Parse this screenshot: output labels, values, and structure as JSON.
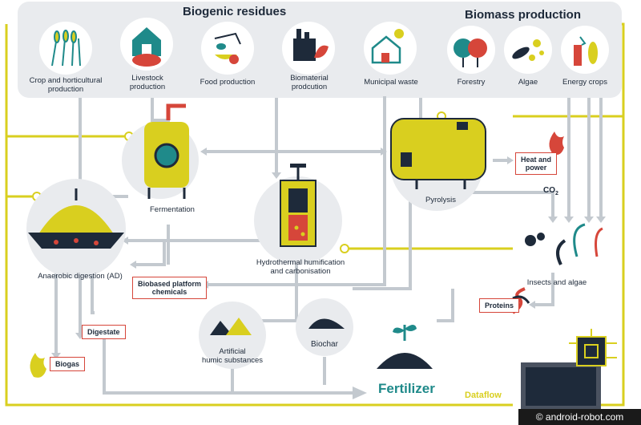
{
  "headers": {
    "biogenic": "Biogenic residues",
    "biomass": "Biomass production"
  },
  "sources": [
    {
      "label": "Crop and horticultural production",
      "icon": "wheat-icon"
    },
    {
      "label": "Livestock production",
      "icon": "barn-pig-icon"
    },
    {
      "label": "Food production",
      "icon": "food-waste-icon"
    },
    {
      "label": "Biomaterial prodcution",
      "icon": "factory-leaf-icon"
    },
    {
      "label": "Municipal waste",
      "icon": "house-sun-icon"
    },
    {
      "label": "Forestry",
      "icon": "trees-icon"
    },
    {
      "label": "Algae",
      "icon": "algae-icon"
    },
    {
      "label": "Energy crops",
      "icon": "energy-crops-icon"
    }
  ],
  "processes": {
    "fermentation": "Fermentation",
    "anaerobic": "Anaerobic digestion (AD)",
    "pyrolysis": "Pyrolysis",
    "hydrothermal_line1": "Hydrothermal humification",
    "hydrothermal_line2": "and carbonisation",
    "insects": "Insects and algae",
    "artificial_line1": "Artificial",
    "artificial_line2": "humic substances",
    "biochar": "Biochar"
  },
  "products": {
    "heat_line1": "Heat and",
    "heat_line2": "power",
    "co2": "CO",
    "co2_sub": "2",
    "biobased_line1": "Biobased platform",
    "biobased_line2": "chemicals",
    "proteins": "Proteins",
    "digestate": "Digestate",
    "biogas": "Biogas",
    "fertilizer": "Fertilizer"
  },
  "dataflow": "Dataflow",
  "watermark": "© android-robot.com",
  "colors": {
    "flow": "#c3c9cf",
    "dataflow": "#d9cf1f",
    "navy": "#1e2a3a",
    "accent_red": "#d6463a",
    "teal": "#1f8a8a",
    "top_panel": "#e9ebee"
  }
}
